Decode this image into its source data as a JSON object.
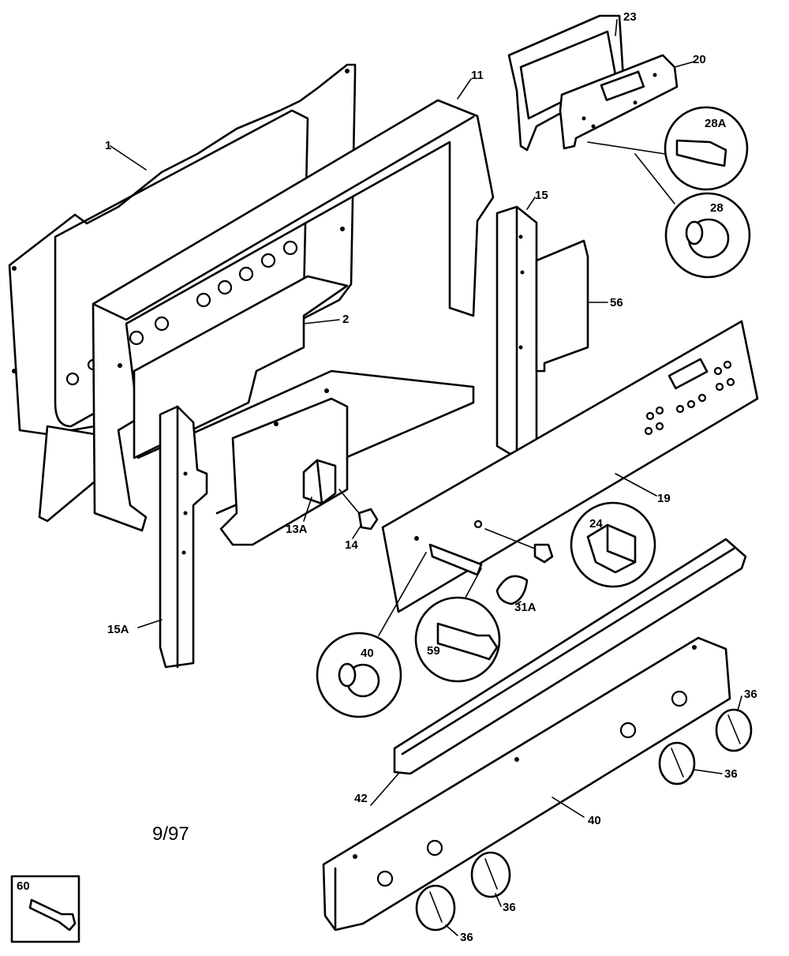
{
  "date_code": "9/97",
  "legend_box_label": "60",
  "parts": [
    {
      "id": "p1",
      "label": "1"
    },
    {
      "id": "p2",
      "label": "2"
    },
    {
      "id": "p11",
      "label": "11"
    },
    {
      "id": "p13a",
      "label": "13A"
    },
    {
      "id": "p14",
      "label": "14"
    },
    {
      "id": "p15",
      "label": "15"
    },
    {
      "id": "p15a",
      "label": "15A"
    },
    {
      "id": "p19",
      "label": "19"
    },
    {
      "id": "p20",
      "label": "20"
    },
    {
      "id": "p23",
      "label": "23"
    },
    {
      "id": "p24",
      "label": "24"
    },
    {
      "id": "p28",
      "label": "28"
    },
    {
      "id": "p28a",
      "label": "28A"
    },
    {
      "id": "p31a",
      "label": "31A"
    },
    {
      "id": "p36a",
      "label": "36"
    },
    {
      "id": "p36b",
      "label": "36"
    },
    {
      "id": "p36c",
      "label": "36"
    },
    {
      "id": "p36d",
      "label": "36"
    },
    {
      "id": "p40",
      "label": "40"
    },
    {
      "id": "p40b",
      "label": "40"
    },
    {
      "id": "p42",
      "label": "42"
    },
    {
      "id": "p56",
      "label": "56"
    },
    {
      "id": "p59",
      "label": "59"
    }
  ]
}
